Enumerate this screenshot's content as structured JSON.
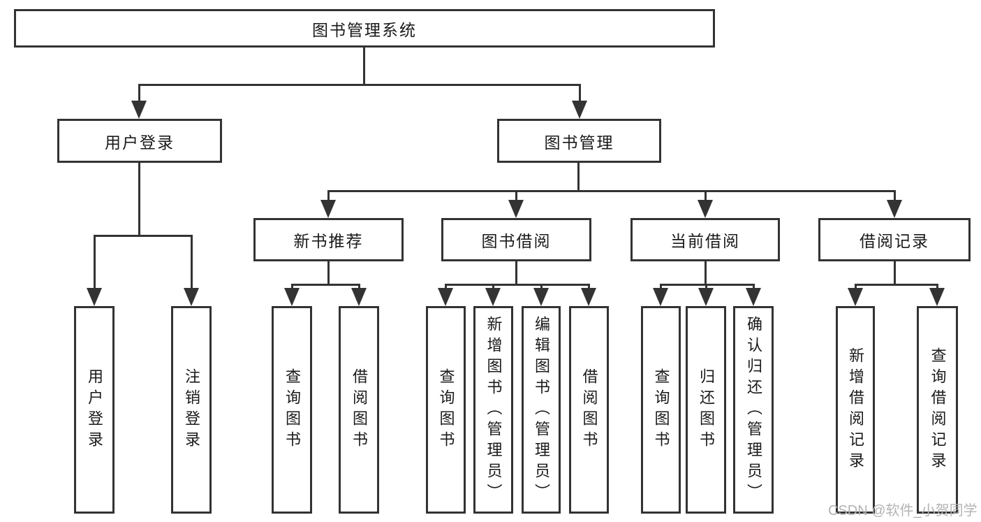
{
  "diagram_title": "图书管理系统",
  "colors": {
    "line": "#333333",
    "box_border": "#333333",
    "text": "#1a1a1a",
    "watermark": "#b3b3b3",
    "background": "#ffffff"
  },
  "tree": {
    "root": {
      "label": "图书管理系统"
    },
    "user_login": {
      "label": "用户登录",
      "leaves": [
        "用户登录",
        "注销登录"
      ]
    },
    "book_mgmt": {
      "label": "图书管理"
    },
    "new_book": {
      "label": "新书推荐",
      "leaves": [
        "查询图书",
        "借阅图书"
      ]
    },
    "book_borrow": {
      "label": "图书借阅",
      "leaves": [
        "查询图书",
        "新增图书（管理员）",
        "编辑图书（管理员）",
        "借阅图书"
      ]
    },
    "current_borrow": {
      "label": "当前借阅",
      "leaves": [
        "查询图书",
        "归还图书",
        "确认归还（管理员）"
      ]
    },
    "borrow_record": {
      "label": "借阅记录",
      "leaves": [
        "新增借阅记录",
        "查询借阅记录"
      ]
    }
  },
  "watermark": "CSDN @软件_小贺同学"
}
